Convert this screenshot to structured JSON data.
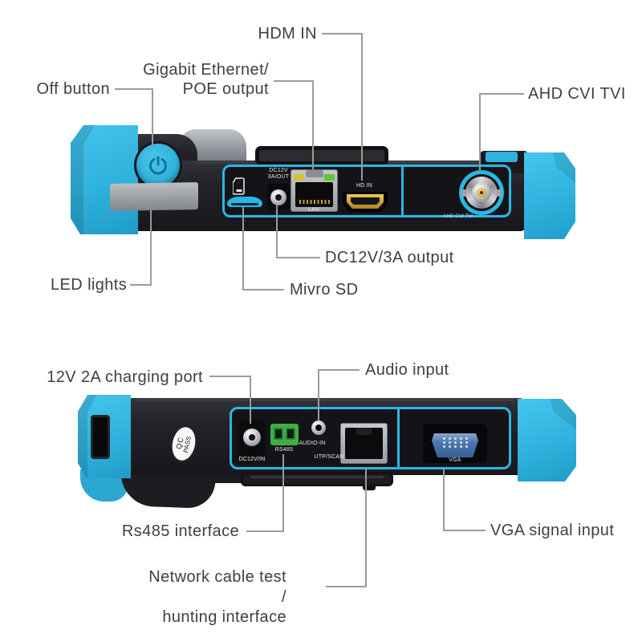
{
  "diagram": "CCTV tester side views with port callouts",
  "colors": {
    "accent_blue": "#2fb2dd",
    "panel_outline_blue": "#29b7e6",
    "device_black": "#232329",
    "callout_line_gray": "#9b9b9b",
    "label_text": "#3f3f3f",
    "rs485_green": "#3fae4a",
    "vga_blue": "#3c6ca8",
    "led_yellow": "#d6c133",
    "led_green": "#5ac832"
  },
  "top_view": {
    "callouts": {
      "hdm_in": "HDM IN",
      "gigabit_line1": "Gigabit Ethernet/",
      "gigabit_line2": "POE output",
      "off_button": "Off button",
      "ahd_cvi_tvi": "AHD CVI TVI",
      "led_lights": "LED lights",
      "mivro_sd": "Mivro SD",
      "dc12v_output": "DC12V/3A output"
    },
    "panel_prints": {
      "dc_line1": "DC12V",
      "dc_line2": "3A/OUT",
      "lan": "LAN",
      "hd_in": "HD IN",
      "bnc": "AHD CVI TVI"
    }
  },
  "bottom_view": {
    "callouts": {
      "charging_port": "12V 2A charging port",
      "audio_input": "Audio input",
      "rs485_interface": "Rs485 interface",
      "network_line1": "Network cable test /",
      "network_line2": "hunting interface",
      "vga_signal": "VGA signal input"
    },
    "panel_prints": {
      "dc12v_in": "DC12V/IN",
      "rs485": "RS485",
      "audio_in": "AUDIO-IN",
      "utp_scan": "UTP/SCAN",
      "vga": "VGA"
    },
    "sticker_line1": "QC",
    "sticker_line2": "PASS"
  }
}
